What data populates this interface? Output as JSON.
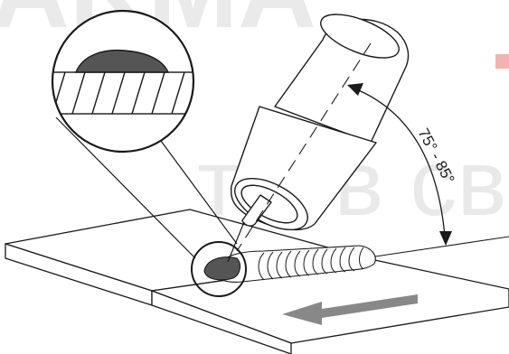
{
  "watermark": {
    "top_text": "AKMA",
    "middle_text": "ты в сварк",
    "color": "#d9d9d9",
    "accent_color": "#e02020"
  },
  "angle_annotation": {
    "label": "75° - 85°"
  },
  "colors": {
    "line": "#1a1a1a",
    "weld_fill": "#555555",
    "arrow_fill": "#888888",
    "background": "#ffffff"
  },
  "icons": {
    "direction_arrow": "arrow-left-icon",
    "magnifier": "zoom-circle-icon"
  }
}
